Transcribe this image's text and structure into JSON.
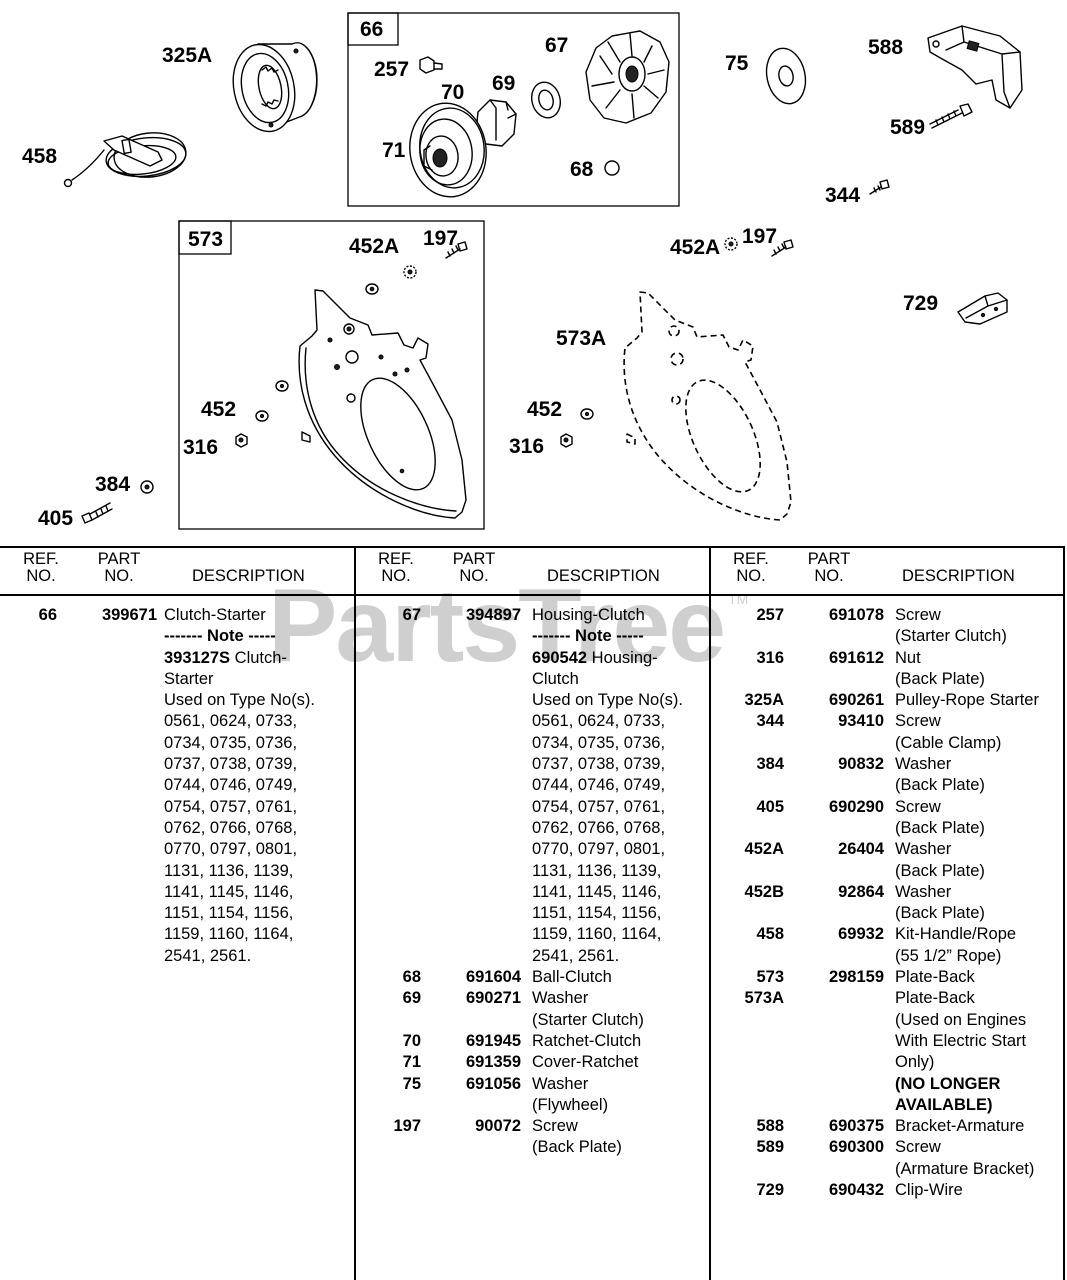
{
  "diagram": {
    "callouts": {
      "p325A": "325A",
      "p458": "458",
      "box66": "66",
      "p257": "257",
      "p70": "70",
      "p69": "69",
      "p67": "67",
      "p71": "71",
      "p68": "68",
      "p75": "75",
      "p588": "588",
      "p589": "589",
      "p344": "344",
      "box573": "573",
      "p452A_left": "452A",
      "p197_left": "197",
      "p452_left": "452",
      "p316_left": "316",
      "p384": "384",
      "p405": "405",
      "p452A_right": "452A",
      "p197_right": "197",
      "p573A": "573A",
      "p452_right": "452",
      "p316_right": "316",
      "p729": "729"
    }
  },
  "watermark": {
    "text": "PartsTree",
    "tm": "TM"
  },
  "table": {
    "headers": {
      "ref1": "REF.",
      "ref2": "NO.",
      "part1": "PART",
      "part2": "NO.",
      "desc": "DESCRIPTION"
    },
    "columns": [
      {
        "entries": [
          {
            "ref": "66",
            "part": "399671",
            "desc": [
              "Clutch-Starter",
              {
                "bold": "------- Note -----"
              },
              {
                "bold": "393127S",
                "text": " Clutch-"
              },
              "Starter",
              "Used on Type No(s).",
              "0561, 0624, 0733,",
              "0734, 0735, 0736,",
              "0737, 0738, 0739,",
              "0744, 0746, 0749,",
              "0754, 0757, 0761,",
              "0762, 0766, 0768,",
              "0770, 0797, 0801,",
              "1131, 1136, 1139,",
              "1141, 1145, 1146,",
              "1151, 1154, 1156,",
              "1159, 1160, 1164,",
              "2541, 2561."
            ]
          }
        ]
      },
      {
        "entries": [
          {
            "ref": "67",
            "part": "394897",
            "desc": [
              "Housing-Clutch",
              {
                "bold": "------- Note -----"
              },
              {
                "bold": "690542",
                "text": " Housing-"
              },
              "Clutch",
              "Used on Type No(s).",
              "0561, 0624, 0733,",
              "0734, 0735, 0736,",
              "0737, 0738, 0739,",
              "0744, 0746, 0749,",
              "0754, 0757, 0761,",
              "0762, 0766, 0768,",
              "0770, 0797, 0801,",
              "1131, 1136, 1139,",
              "1141, 1145, 1146,",
              "1151, 1154, 1156,",
              "1159, 1160, 1164,",
              "2541, 2561."
            ]
          },
          {
            "ref": "68",
            "part": "691604",
            "desc": [
              "Ball-Clutch"
            ]
          },
          {
            "ref": "69",
            "part": "690271",
            "desc": [
              "Washer",
              "(Starter Clutch)"
            ]
          },
          {
            "ref": "70",
            "part": "691945",
            "desc": [
              "Ratchet-Clutch"
            ]
          },
          {
            "ref": "71",
            "part": "691359",
            "desc": [
              "Cover-Ratchet"
            ]
          },
          {
            "ref": "75",
            "part": "691056",
            "desc": [
              "Washer",
              "(Flywheel)"
            ]
          },
          {
            "ref": "197",
            "part": "90072",
            "desc": [
              "Screw",
              "(Back Plate)"
            ]
          }
        ]
      },
      {
        "entries": [
          {
            "ref": "257",
            "part": "691078",
            "desc": [
              "Screw",
              "(Starter Clutch)"
            ]
          },
          {
            "ref": "316",
            "part": "691612",
            "desc": [
              "Nut",
              "(Back Plate)"
            ]
          },
          {
            "ref": "325A",
            "part": "690261",
            "desc": [
              "Pulley-Rope Starter"
            ]
          },
          {
            "ref": "344",
            "part": "93410",
            "desc": [
              "Screw",
              "(Cable Clamp)"
            ]
          },
          {
            "ref": "384",
            "part": "90832",
            "desc": [
              "Washer",
              "(Back Plate)"
            ]
          },
          {
            "ref": "405",
            "part": "690290",
            "desc": [
              "Screw",
              "(Back Plate)"
            ]
          },
          {
            "ref": "452A",
            "part": "26404",
            "desc": [
              "Washer",
              "(Back Plate)"
            ]
          },
          {
            "ref": "452B",
            "part": "92864",
            "desc": [
              "Washer",
              "(Back Plate)"
            ]
          },
          {
            "ref": "458",
            "part": "69932",
            "desc": [
              "Kit-Handle/Rope",
              "(55 1/2” Rope)"
            ]
          },
          {
            "ref": "573",
            "part": "298159",
            "desc": [
              "Plate-Back"
            ]
          },
          {
            "ref": "573A",
            "part": "",
            "desc": [
              "Plate-Back",
              "(Used on Engines",
              "With Electric Start",
              "Only)",
              {
                "bold": "(NO LONGER"
              },
              {
                "bold": "AVAILABLE)"
              }
            ]
          },
          {
            "ref": "588",
            "part": "690375",
            "desc": [
              "Bracket-Armature"
            ]
          },
          {
            "ref": "589",
            "part": "690300",
            "desc": [
              "Screw",
              "(Armature Bracket)"
            ]
          },
          {
            "ref": "729",
            "part": "690432",
            "desc": [
              "Clip-Wire"
            ]
          }
        ]
      }
    ]
  }
}
